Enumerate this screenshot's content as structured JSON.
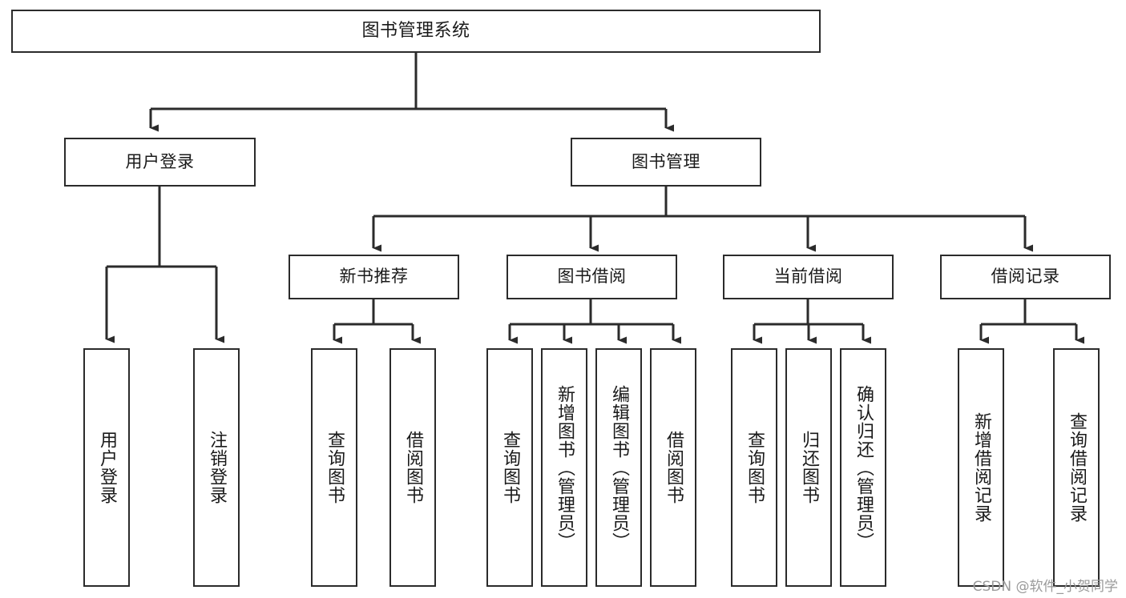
{
  "diagram": {
    "title": "图书管理系统",
    "type": "tree",
    "root": {
      "id": "root",
      "label": "图书管理系统"
    },
    "level1": [
      {
        "id": "user-login",
        "label": "用户登录"
      },
      {
        "id": "book-management",
        "label": "图书管理"
      }
    ],
    "level2": [
      {
        "id": "new-book-recommend",
        "label": "新书推荐",
        "parent": "book-management"
      },
      {
        "id": "book-borrow",
        "label": "图书借阅",
        "parent": "book-management"
      },
      {
        "id": "current-borrow",
        "label": "当前借阅",
        "parent": "book-management"
      },
      {
        "id": "borrow-record",
        "label": "借阅记录",
        "parent": "book-management"
      }
    ],
    "leaves": {
      "user_login": [
        {
          "id": "leaf-user-login",
          "label": "用户登录"
        },
        {
          "id": "leaf-logout-login",
          "label": "注销登录"
        }
      ],
      "new_book_recommend": [
        {
          "id": "leaf-query-book-1",
          "label": "查询图书"
        },
        {
          "id": "leaf-borrow-book-1",
          "label": "借阅图书"
        }
      ],
      "book_borrow": [
        {
          "id": "leaf-query-book-2",
          "label": "查询图书"
        },
        {
          "id": "leaf-add-book",
          "label": "新增图书（管理员）"
        },
        {
          "id": "leaf-edit-book",
          "label": "编辑图书（管理员）"
        },
        {
          "id": "leaf-borrow-book-2",
          "label": "借阅图书"
        }
      ],
      "current_borrow": [
        {
          "id": "leaf-query-book-3",
          "label": "查询图书"
        },
        {
          "id": "leaf-return-book",
          "label": "归还图书"
        },
        {
          "id": "leaf-confirm-return",
          "label": "确认归还（管理员）"
        }
      ],
      "borrow_record": [
        {
          "id": "leaf-add-record",
          "label": "新增借阅记录"
        },
        {
          "id": "leaf-query-record",
          "label": "查询借阅记录"
        }
      ]
    }
  },
  "watermark": {
    "text": "CSDN @软件_小贺同学"
  },
  "colors": {
    "stroke": "#2b2b2b",
    "background": "#ffffff",
    "text": "#1a1a1a",
    "watermark": "#9a9a9a"
  }
}
